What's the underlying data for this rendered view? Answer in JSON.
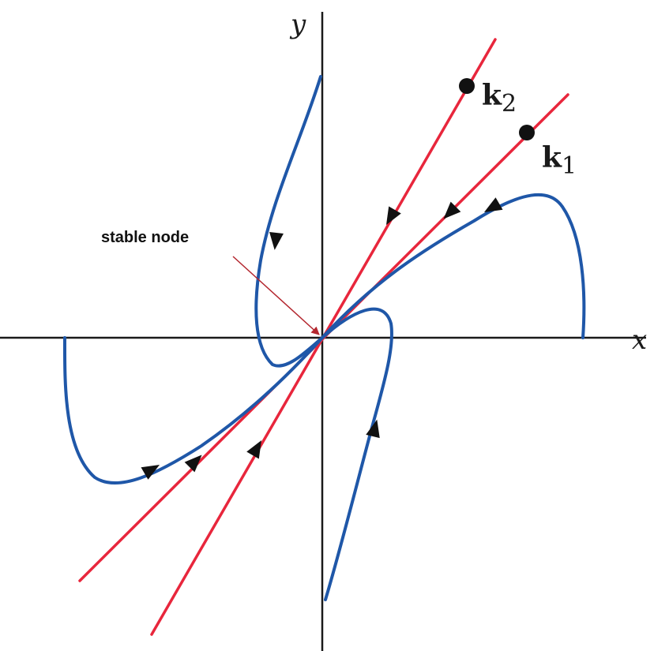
{
  "axes": {
    "x_label": "x",
    "y_label": "y"
  },
  "eigenvectors": [
    {
      "name": "k",
      "subscript": "2"
    },
    {
      "name": "k",
      "subscript": "1"
    }
  ],
  "annotation": {
    "label": "stable node"
  },
  "colors": {
    "eigenvector_line": "#e8263c",
    "trajectory": "#1f57a8",
    "axis": "#1a1a1a",
    "annotation_arrow": "#b3262e",
    "arrowhead": "#111111"
  }
}
